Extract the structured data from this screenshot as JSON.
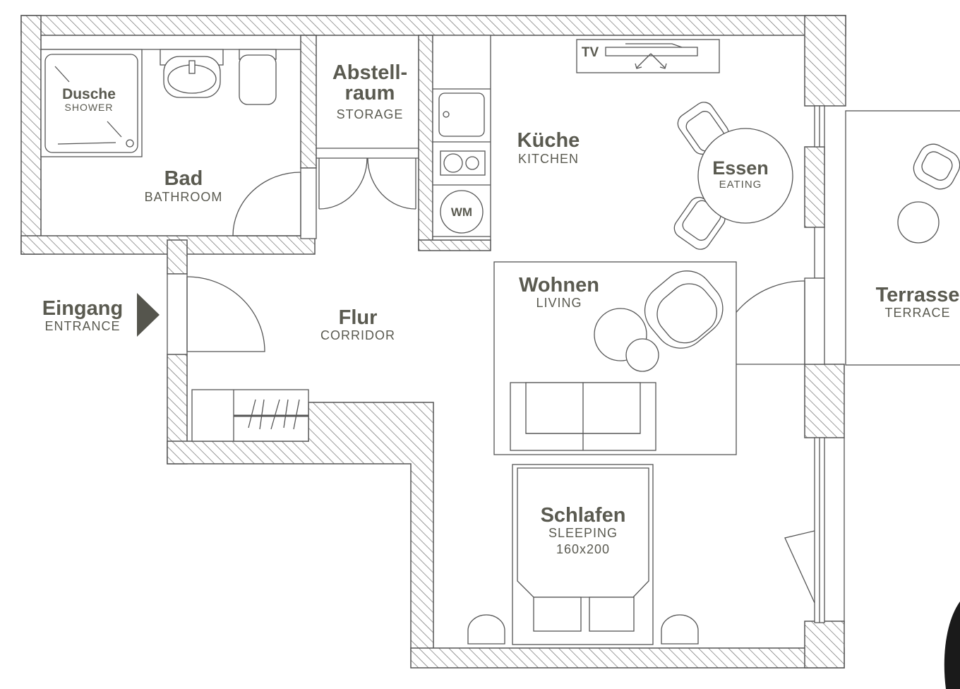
{
  "colors": {
    "ink": "#5a5a50",
    "line": "#555555",
    "corner": "#1a1a1a",
    "background": "#ffffff"
  },
  "rooms": {
    "shower": {
      "name": "Dusche",
      "name_en": "SHOWER"
    },
    "bathroom": {
      "name": "Bad",
      "name_en": "BATHROOM"
    },
    "storage": {
      "name_line1": "Abstell-",
      "name_line2": "raum",
      "name_en": "STORAGE"
    },
    "kitchen": {
      "name": "Küche",
      "name_en": "KITCHEN"
    },
    "eating": {
      "name": "Essen",
      "name_en": "EATING"
    },
    "entrance": {
      "name": "Eingang",
      "name_en": "ENTRANCE"
    },
    "corridor": {
      "name": "Flur",
      "name_en": "CORRIDOR"
    },
    "living": {
      "name": "Wohnen",
      "name_en": "LIVING"
    },
    "terrace": {
      "name": "Terrasse",
      "name_en": "TERRACE"
    },
    "sleeping": {
      "name": "Schlafen",
      "name_en": "SLEEPING",
      "bed_size": "160x200"
    }
  },
  "fixtures": {
    "tv_label": "TV",
    "washer_label": "WM"
  },
  "icons": {
    "entrance": "entrance-arrow-icon"
  }
}
